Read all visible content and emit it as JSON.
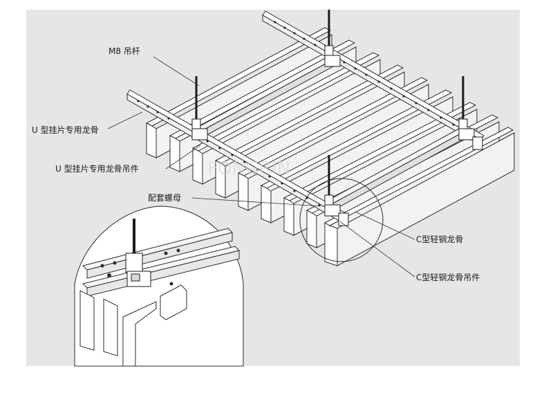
{
  "labels": {
    "rod": "M8 吊杆",
    "u_keel": "U 型挂片专用龙骨",
    "u_keel_hanger": "U 型挂片专用龙骨吊件",
    "nut": "配套螺母",
    "c_keel": "C型轻钢龙骨",
    "c_keel_hanger": "C型轻钢龙骨吊件"
  },
  "colors": {
    "background": "#ffffff",
    "panel": "#e6e6e6",
    "line": "#2a2a2a"
  }
}
